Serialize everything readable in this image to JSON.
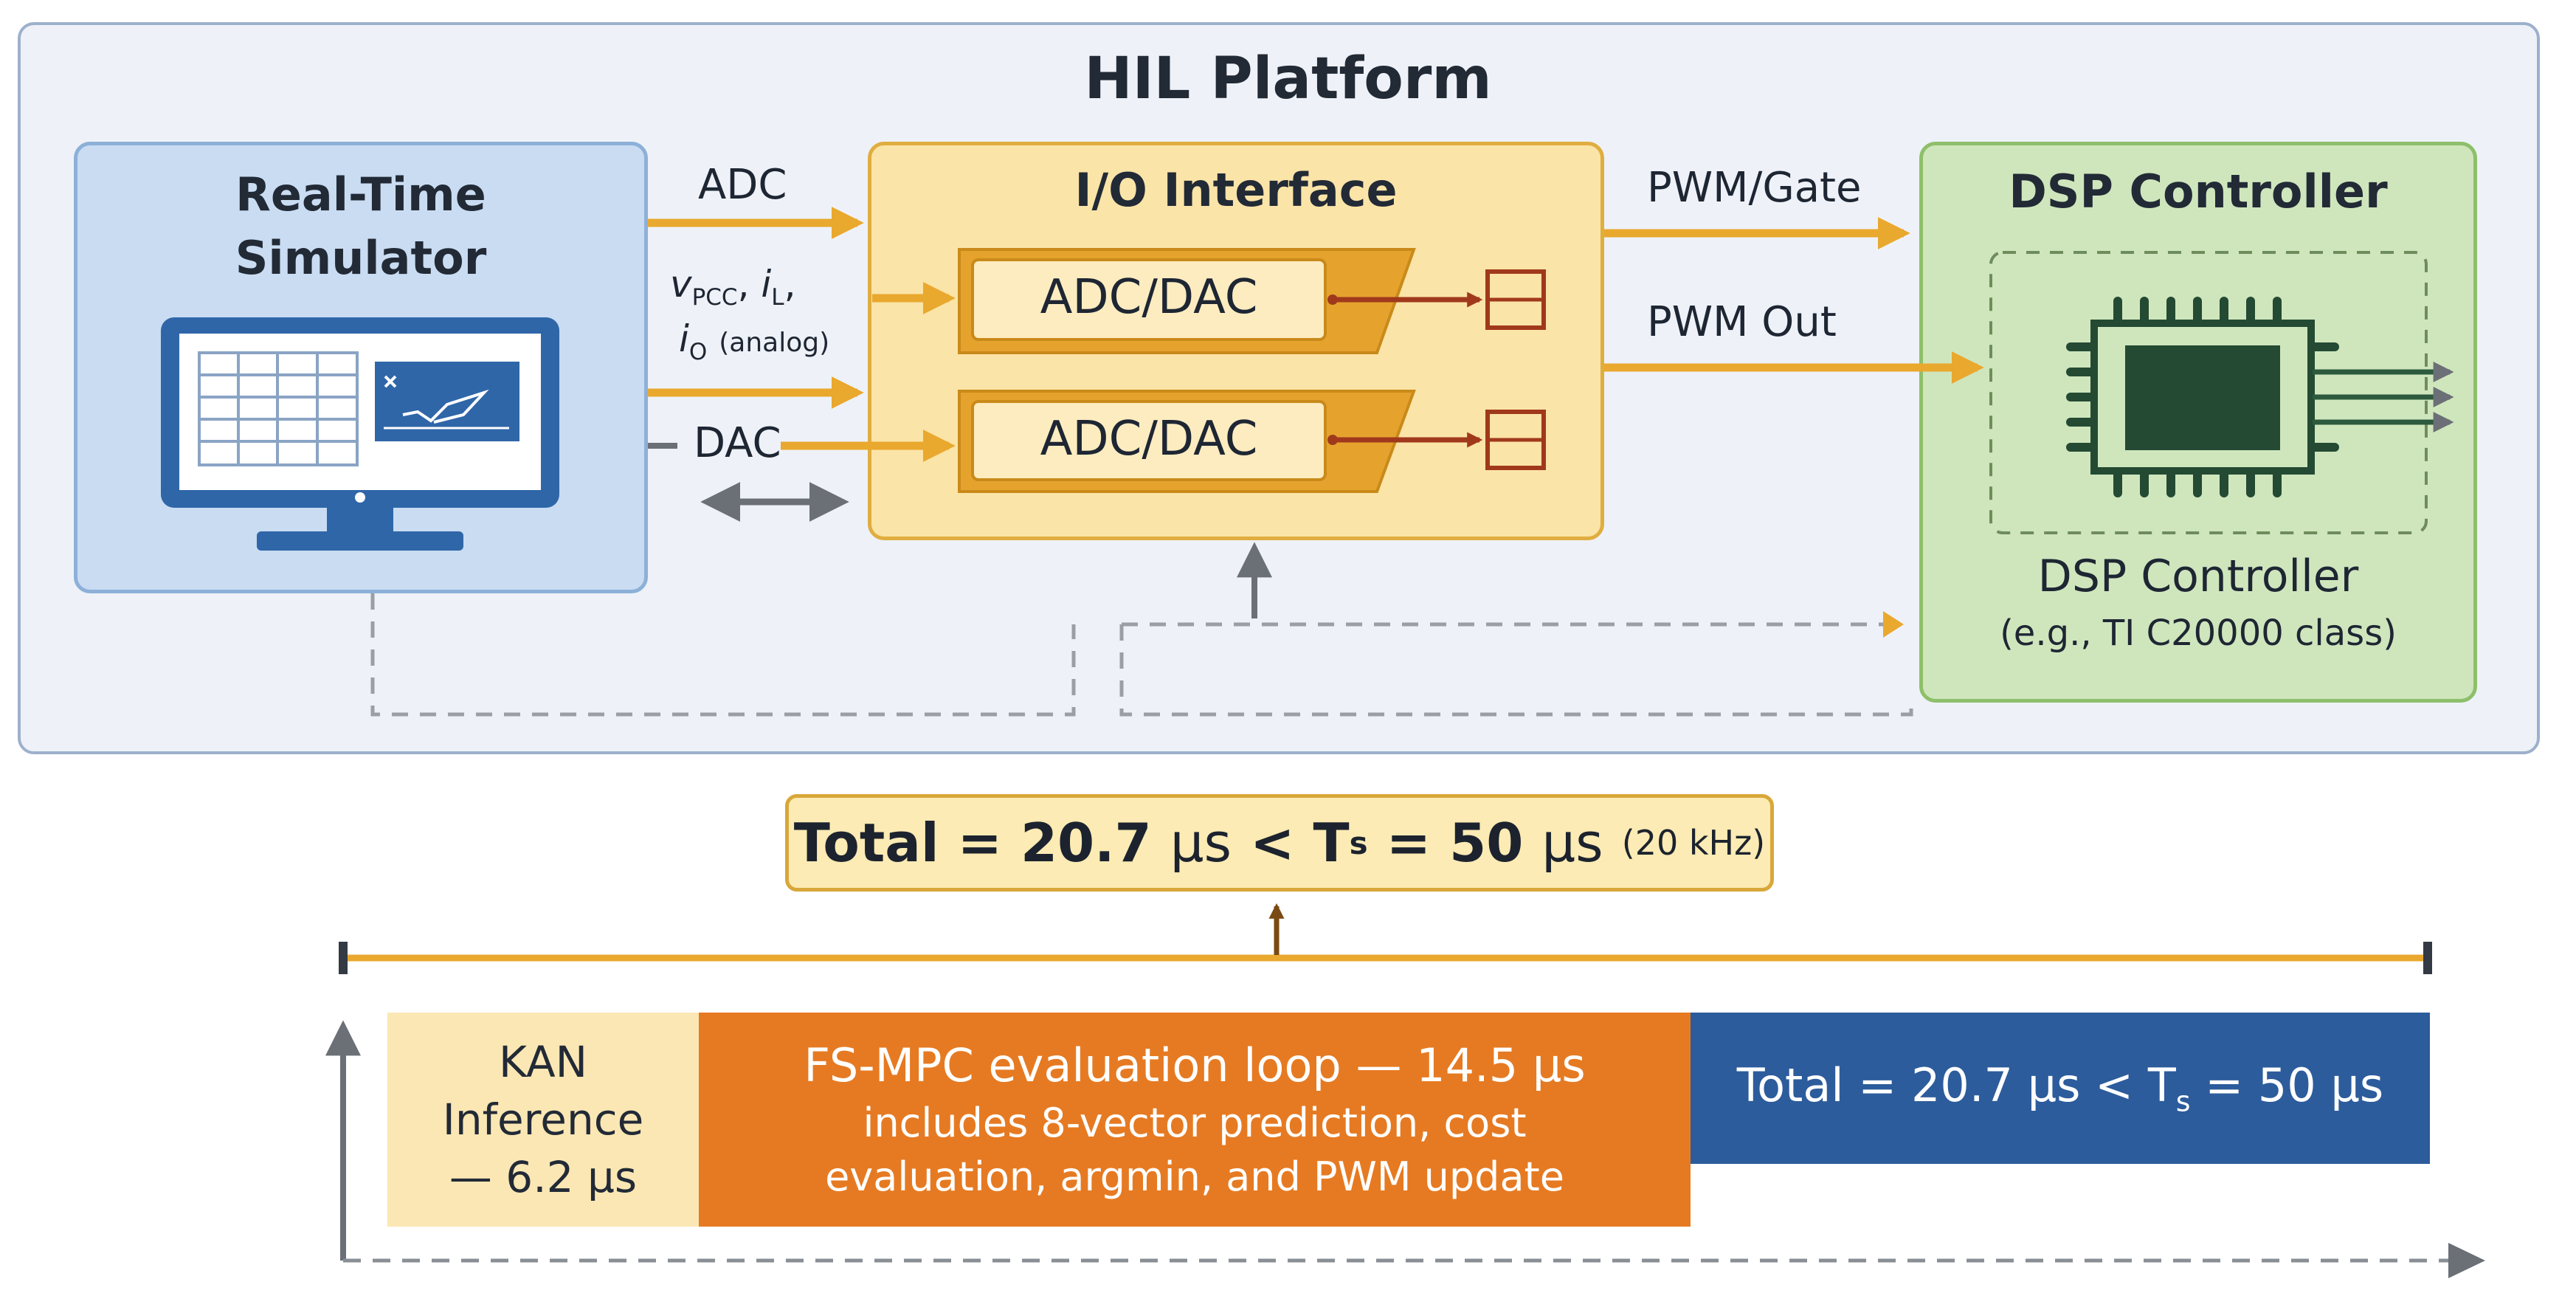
{
  "platform": {
    "title": "HIL Platform"
  },
  "simulator": {
    "title_line1": "Real-Time",
    "title_line2": "Simulator"
  },
  "io_interface": {
    "title": "I/O Interface",
    "adc_dac_1": "ADC/DAC",
    "adc_dac_2": "ADC/DAC"
  },
  "dsp": {
    "title": "DSP Controller",
    "caption_line1": "DSP Controller",
    "caption_line2": "(e.g., TI C20000 class)"
  },
  "signals": {
    "adc": "ADC",
    "v_pcc": "v",
    "v_pcc_sub": "PCC",
    "i_l": "i",
    "i_l_sub": "L",
    "i_o": "i",
    "i_o_sub": "O",
    "analog": "(analog)",
    "dac": "DAC",
    "pwm_gate": "PWM/Gate",
    "pwm_out": "PWM Out"
  },
  "summary": {
    "prefix": "Total = 20.7",
    "mu1": "μs",
    "lt": "<",
    "ts": "T",
    "ts_sub": "s",
    "eq50": "= 50",
    "mu2": "μs",
    "freq": "(20 kHz)"
  },
  "timeline": {
    "kan_line1": "KAN",
    "kan_line2": "Inference",
    "kan_line3": "— 6.2 μs",
    "fs_heading": "FS-MPC evaluation loop — 14.5 μs",
    "fs_desc_line1": "includes 8-vector prediction, cost",
    "fs_desc_line2": "evaluation, argmin, and PWM update",
    "total_prefix": "Total = 20.7 μs < T",
    "total_sub": "s",
    "total_suffix": " = 50 μs"
  },
  "colors": {
    "arrow_orange": "#e9a82e",
    "arrow_gray": "#6b6f76",
    "kan_fill": "#fbe7b4",
    "fs_fill": "#e67a22",
    "total_fill": "#2c5c9c",
    "chip_dark": "#244a33"
  },
  "icons": [
    "monitor-icon",
    "chip-icon",
    "register-icon"
  ]
}
